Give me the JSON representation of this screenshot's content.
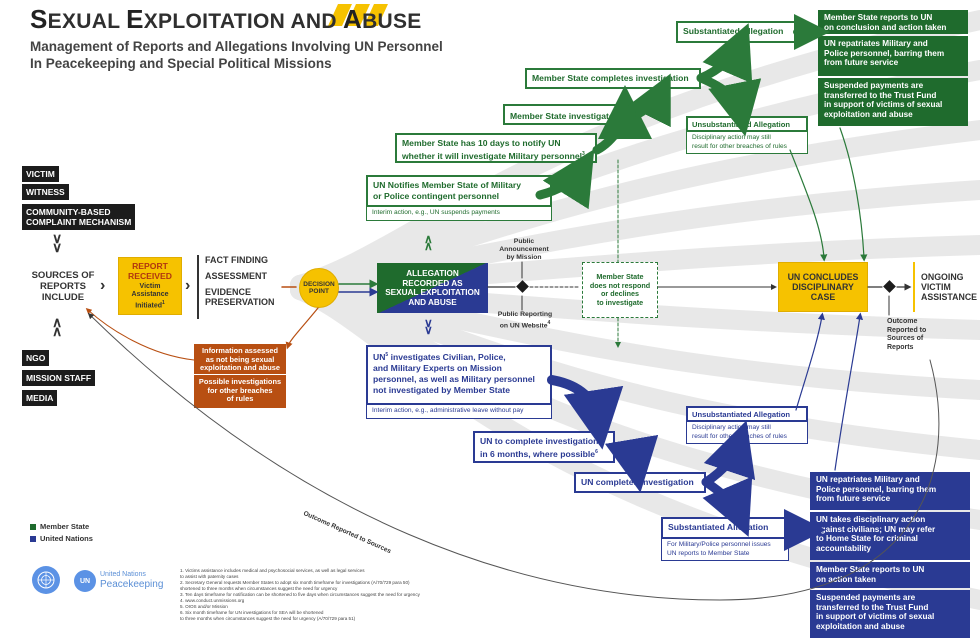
{
  "header": {
    "title_cap1": "S",
    "title_rest1": "EXUAL ",
    "title_cap2": "E",
    "title_rest2": "XPLOITATION AND ",
    "title_cap3": "A",
    "title_rest3": "BUSE",
    "subtitle_line1": "Management of Reports and Allegations Involving UN Personnel",
    "subtitle_line2": "In Peacekeeping and Special Political Missions"
  },
  "sources": {
    "top_items": [
      "VICTIM",
      "WITNESS",
      "COMMUNITY-BASED\nCOMPLAINT MECHANISM"
    ],
    "label": "SOURCES OF\nREPORTS\nINCLUDE",
    "bottom_items": [
      "NGO",
      "MISSION STAFF",
      "MEDIA"
    ]
  },
  "report_received": {
    "title": "REPORT\nRECEIVED",
    "sub": "Victim\nAssistance\nInitiated",
    "sup": "1"
  },
  "fact_finding": {
    "line1": "FACT FINDING",
    "line2": "ASSESSMENT",
    "line3": "EVIDENCE\nPRESERVATION"
  },
  "decision_point": "DECISION\nPOINT",
  "allegation_recorded": "ALLEGATION\nRECORDED AS\nSEXUAL EXPLOITATION\nAND ABUSE",
  "public_announcement": "Public\nAnnouncement\nby Mission",
  "public_reporting": "Public Reporting\non UN Website",
  "public_reporting_sup": "4",
  "orange_info": {
    "assessed": "Information assessed\nas not being sexual\nexploitation and abuse",
    "possible": "Possible investigations\nfor other breaches\nof rules"
  },
  "member_state_path": {
    "notifies": "UN Notifies Member State of Military\nor Police contingent personnel",
    "notifies_sub": "Interim action, e.g., UN suspends payments",
    "ten_days": "Member State has 10 days to notify UN\nwhether it will investigate Military personnel",
    "ten_days_sup": "3",
    "investigates": "Member State investigates",
    "investigates_sup": "2",
    "completes": "Member State completes investigation",
    "substantiated": "Substantiated Allegation",
    "unsubstantiated": "Unsubstantiated Allegation",
    "unsubstantiated_sub": "Disciplinary action may still\nresult for other breaches of rules",
    "no_response": "Member State\ndoes not respond\nor declines\nto investigate"
  },
  "member_state_outcomes": [
    "Member State reports to UN\non conclusion and action taken",
    "UN repatriates Military and\nPolice personnel, barring them\nfrom future service",
    "Suspended payments are\ntransferred to the Trust Fund\nin support of victims of sexual\nexploitation and abuse"
  ],
  "un_path": {
    "investigates_pre": "UN",
    "investigates_sup": "5",
    "investigates": " investigates Civilian, Police,\nand Military Experts on Mission\npersonnel, as well as Military personnel\nnot investigated by Member State",
    "investigates_sub": "Interim action, e.g., administrative leave without pay",
    "six_months": "UN to complete investigation\nin 6 months, where possible",
    "six_months_sup": "6",
    "completes": "UN completes investigation",
    "unsubstantiated": "Unsubstantiated Allegation",
    "unsubstantiated_sub": "Disciplinary action may still\nresult for other breaches of rules",
    "substantiated": "Substantiated Allegation",
    "substantiated_sub": "For Military/Police personnel issues\nUN reports to Member State"
  },
  "un_outcomes": [
    "UN repatriates Military and\nPolice personnel, barring them\nfrom future service",
    "UN takes disciplinary action\nagainst civilians; UN may refer\nto Home State for criminal\naccountability",
    "Member State reports to UN\non action taken",
    "Suspended payments are\ntransferred to the Trust Fund\nin support of victims of sexual\nexploitation and abuse"
  ],
  "un_concludes": "UN CONCLUDES\nDISCIPLINARY\nCASE",
  "ongoing": "ONGOING\nVICTIM\nASSISTANCE",
  "outcome_reported": "Outcome\nReported to\nSources of\nReports",
  "curve_label": "Outcome Reported to Sources",
  "legend": {
    "member_state": "Member State",
    "united_nations": "United Nations"
  },
  "logo_text": {
    "line1": "United Nations",
    "line2": "Peacekeeping",
    "badge": "UN"
  },
  "footnotes": [
    "1. Victims assistance includes medical and psychosocial services, as well as legal services",
    "    to assist with paternity cases",
    "2. Secretary General requests Member States to adopt six month timeframe for investigations (A/70/729 para 50)",
    "    shortened to three months when circumstances suggest the need for urgency",
    "3. Ten days timeframe for notification can be shortened to five days when circumstances suggest the need for urgency",
    "4. www.conduct.unmissions.org",
    "5. OIOS and/or Mission",
    "6. Six month timeframe for UN investigations for SEA will be shortened",
    "    to three months when circumstances suggest the need for urgency (A/70/729 para 51)"
  ],
  "colors": {
    "member_state_green": "#1f6b2d",
    "united_nations_blue": "#2a3a93",
    "yellow": "#f6c200",
    "orange": "#b84f12"
  }
}
